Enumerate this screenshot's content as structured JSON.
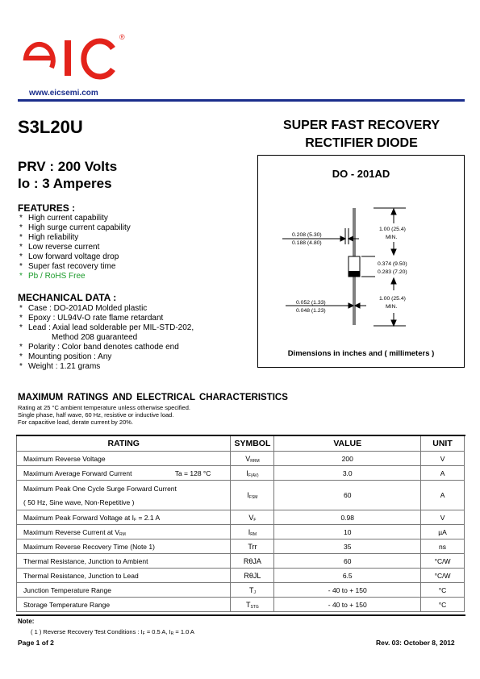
{
  "header": {
    "logo_text": "EIC",
    "logo_color": "#e3231b",
    "registered": "®",
    "website": "www.eicsemi.com"
  },
  "part_number": "S3L20U",
  "title_line1": "SUPER FAST RECOVERY",
  "title_line2": "RECTIFIER DIODE",
  "prv": "PRV : 200 Volts",
  "io": "Io : 3 Amperes",
  "features": {
    "heading": "FEATURES :",
    "items": [
      "High current capability",
      "High surge current capability",
      "High reliability",
      "Low reverse current",
      "Low forward voltage drop",
      "Super fast recovery time",
      "Pb / RoHS Free"
    ]
  },
  "mechanical": {
    "heading": "MECHANICAL  DATA :",
    "items": [
      "Case : DO-201AD  Molded plastic",
      "Epoxy : UL94V-O rate flame retardant",
      "Lead : Axial lead solderable per MIL-STD-202,",
      "Polarity : Color band denotes cathode end",
      "Mounting  position : Any",
      "Weight : 1.21 grams"
    ],
    "lead_cont": "Method 208 guaranteed"
  },
  "package": {
    "title": "DO - 201AD",
    "dim_lead_d_1": "0.208 (5.30)",
    "dim_lead_d_2": "0.188 (4.80)",
    "dim_top_1": "1.00 (25.4)",
    "dim_top_2": "MIN.",
    "dim_body_1": "0.374 (9.50)",
    "dim_body_2": "0.283 (7.20)",
    "dim_wire_1": "0.052 (1.33)",
    "dim_wire_2": "0.048 (1.23)",
    "dim_bot_1": "1.00 (25.4)",
    "dim_bot_2": "MIN.",
    "footer": "Dimensions in inches and ( millimeters )"
  },
  "ratings": {
    "title": "MAXIMUM  RATINGS  AND  ELECTRICAL  CHARACTERISTICS",
    "note1": "Rating at  25 °C ambient temperature unless otherwise specified.",
    "note2": "Single phase, half wave, 60 Hz, resistive or inductive load.",
    "note3": "For capacitive load, derate current by 20%.",
    "headers": [
      "RATING",
      "SYMBOL",
      "VALUE",
      "UNIT"
    ],
    "rows": [
      {
        "rating": "Maximum Reverse Voltage",
        "sym": "V",
        "sub": "RRM",
        "value": "200",
        "unit": "V"
      },
      {
        "rating": "Maximum Average Forward Current",
        "extra": "Ta = 128 °C",
        "sym": "I",
        "sub": "F(AV)",
        "value": "3.0",
        "unit": "A"
      },
      {
        "rating": "Maximum Peak One Cycle Surge Forward Current",
        "rating2": "( 50 Hz, Sine wave, Non-Repetitive )",
        "sym": "I",
        "sub": "FSM",
        "value": "60",
        "unit": "A"
      },
      {
        "rating": "Maximum Peak Forward Voltage at I",
        "rating_sub": "F",
        "rating_end": " = 2.1 A",
        "sym": "V",
        "sub": "F",
        "value": "0.98",
        "unit": "V"
      },
      {
        "rating": "Maximum Reverse Current  at V",
        "rating_sub": "RM",
        "rating_end": "",
        "sym": "I",
        "sub": "RM",
        "value": "10",
        "unit": "µA"
      },
      {
        "rating": "Maximum Reverse Recovery Time  (Note 1)",
        "sym": "Trr",
        "sub": "",
        "value": "35",
        "unit": "ns"
      },
      {
        "rating": "Thermal Resistance, Junction to Ambient",
        "sym": "RθJA",
        "sub": "",
        "value": "60",
        "unit": "°C/W"
      },
      {
        "rating": "Thermal Resistance, Junction to Lead",
        "sym": "RθJL",
        "sub": "",
        "value": "6.5",
        "unit": "°C/W"
      },
      {
        "rating": "Junction Temperature Range",
        "sym": "T",
        "sub": "J",
        "value": "- 40 to + 150",
        "unit": "°C"
      },
      {
        "rating": "Storage Temperature Range",
        "sym": "T",
        "sub": "STG",
        "value": "- 40 to + 150",
        "unit": "°C"
      }
    ]
  },
  "note": {
    "heading": "Note:",
    "text": "( 1 )  Reverse Recovery Test Conditions : I",
    "sub1": "F",
    "mid": " = 0.5 A, I",
    "sub2": "R",
    "end": " = 1.0 A"
  },
  "footer": {
    "page": "Page 1 of 2",
    "rev": "Rev. 03: October 8, 2012"
  }
}
